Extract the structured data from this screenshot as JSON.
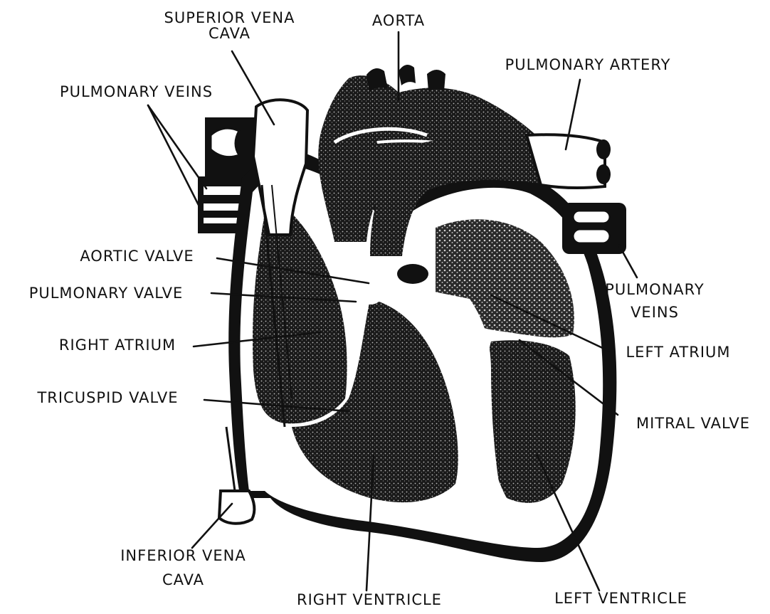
{
  "labels": {
    "superior_vena_cava": [
      "SUPERIOR VENA",
      "CAVA"
    ],
    "aorta": "AORTA",
    "pulmonary_artery": "PULMONARY ARTERY",
    "pulmonary_veins_left": "PULMONARY VEINS",
    "aortic_valve": "AORTIC VALVE",
    "pulmonary_valve": "PULMONARY VALVE",
    "right_atrium": "RIGHT ATRIUM",
    "tricuspid_valve": "TRICUSPID VALVE",
    "pulmonary_veins_right": [
      "PULMONARY",
      "VEINS"
    ],
    "left_atrium": "LEFT ATRIUM",
    "mitral_valve": "MITRAL VALVE",
    "inferior_vena_cava": [
      "INFERIOR VENA",
      "CAVA"
    ],
    "right_ventricle": "RIGHT VENTRICLE",
    "left_ventricle": "LEFT VENTRICLE"
  },
  "colors": {
    "ink": "#111111",
    "paper": "#ffffff",
    "stipple": "#444444"
  }
}
